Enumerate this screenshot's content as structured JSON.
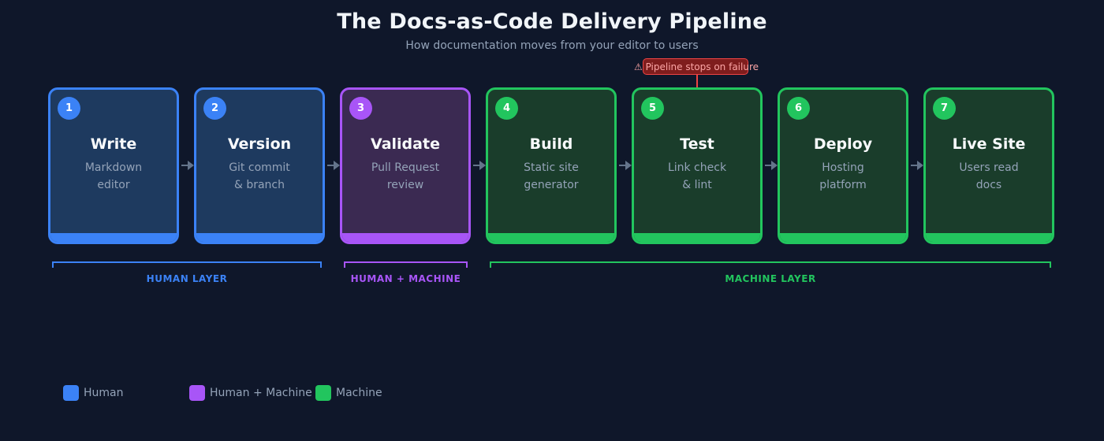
{
  "header": {
    "title": "The Docs-as-Code Delivery Pipeline",
    "subtitle": "How documentation moves from your editor to users"
  },
  "callout": {
    "text": "⚠ Pipeline stops on failure",
    "color": "#ef4444"
  },
  "stages": [
    {
      "num": "1",
      "name": "Write",
      "line1": "Markdown",
      "line2": "editor",
      "layer": "human"
    },
    {
      "num": "2",
      "name": "Version",
      "line1": "Git commit",
      "line2": "& branch",
      "layer": "human"
    },
    {
      "num": "3",
      "name": "Validate",
      "line1": "Pull Request",
      "line2": "review",
      "layer": "human-machine"
    },
    {
      "num": "4",
      "name": "Build",
      "line1": "Static site",
      "line2": "generator",
      "layer": "machine"
    },
    {
      "num": "5",
      "name": "Test",
      "line1": "Link check",
      "line2": "& lint",
      "layer": "machine"
    },
    {
      "num": "6",
      "name": "Deploy",
      "line1": "Hosting",
      "line2": "platform",
      "layer": "machine"
    },
    {
      "num": "7",
      "name": "Live Site",
      "line1": "Users read",
      "line2": "docs",
      "layer": "machine"
    }
  ],
  "layers": {
    "human": "HUMAN LAYER",
    "human_machine": "HUMAN + MACHINE",
    "machine": "MACHINE LAYER"
  },
  "legend": {
    "human": "Human",
    "human_machine": "Human + Machine",
    "machine": "Machine"
  },
  "colors": {
    "human": "#3b82f6",
    "human_machine": "#a855f7",
    "machine": "#22c55e",
    "background": "#0f172a"
  }
}
